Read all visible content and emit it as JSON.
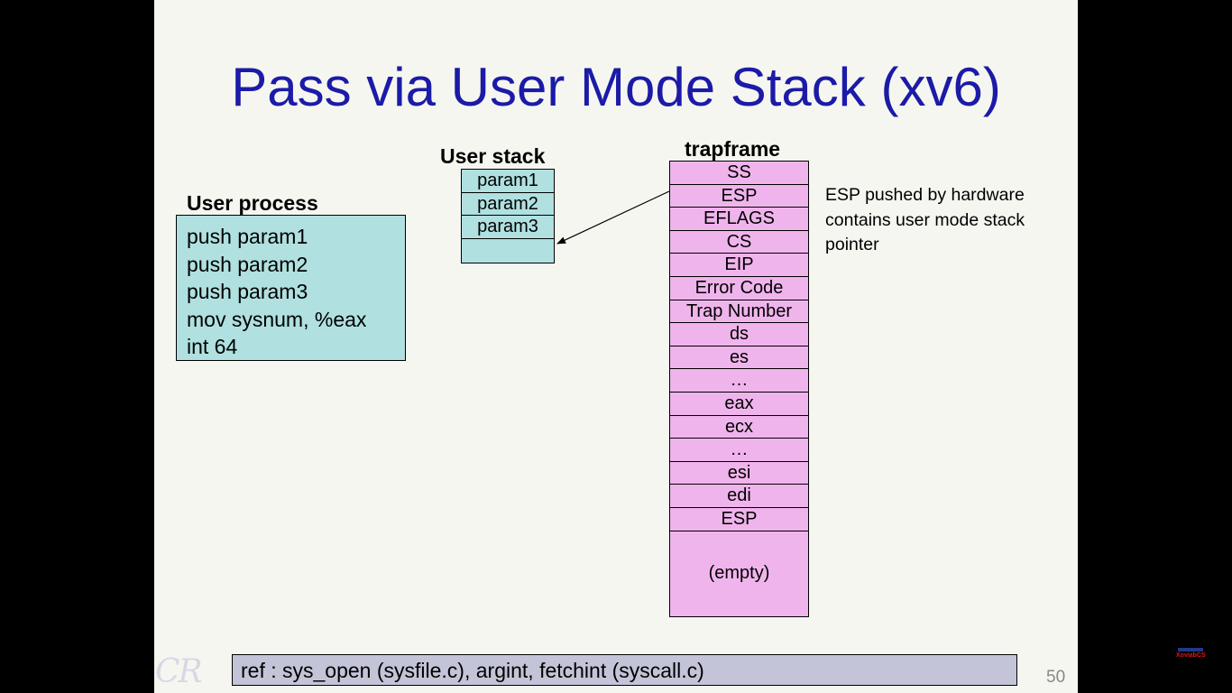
{
  "title": "Pass via User Mode Stack (xv6)",
  "user_process": {
    "heading": "User process",
    "code": [
      "push param1",
      "push param2",
      "push param3",
      "mov sysnum, %eax",
      "int 64"
    ]
  },
  "user_stack": {
    "heading": "User stack",
    "cells": [
      "param1",
      "param2",
      "param3",
      ""
    ]
  },
  "trapframe": {
    "heading": "trapframe",
    "cells": [
      "SS",
      "ESP",
      "EFLAGS",
      "CS",
      "EIP",
      "Error Code",
      "Trap Number",
      "ds",
      "es",
      "…",
      "eax",
      "ecx",
      "…",
      "esi",
      "edi",
      "ESP"
    ],
    "empty_label": "(empty)"
  },
  "annotation": {
    "lines": [
      "ESP pushed by hardware",
      "contains user mode stack",
      "pointer"
    ]
  },
  "ref": "ref : sys_open (sysfile.c), argint, fetchint (syscall.c)",
  "page_number": "50",
  "watermark": "CR",
  "corner_logo_text": "XoviabCS",
  "colors": {
    "title": "#1b1ba8",
    "user_box_fill": "#b0e0e0",
    "trapframe_fill": "#f0b4ec",
    "ref_box_fill": "#c4c4d8",
    "slide_background": "#f6f6f0"
  }
}
